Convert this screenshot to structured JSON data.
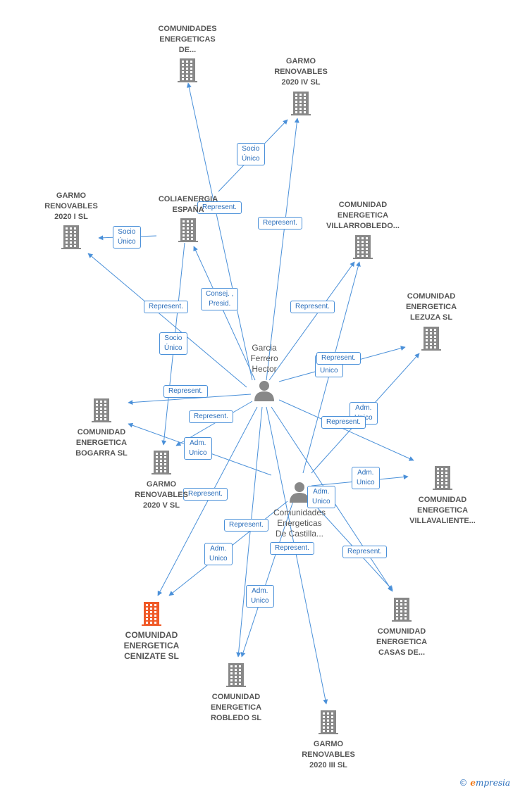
{
  "colors": {
    "company": "#888888",
    "focus": "#f05a28",
    "person": "#888888",
    "edge": "#4a90d9"
  },
  "nodes": [
    {
      "id": "ce_de",
      "type": "company",
      "lines": [
        "COMUNIDADES",
        "ENERGETICAS",
        "DE..."
      ]
    },
    {
      "id": "g4",
      "type": "company",
      "lines": [
        "GARMO",
        "RENOVABLES",
        "2020 IV  SL"
      ]
    },
    {
      "id": "g1",
      "type": "company",
      "lines": [
        "GARMO",
        "RENOVABLES",
        "2020 I  SL"
      ]
    },
    {
      "id": "colia",
      "type": "company",
      "lines": [
        "COLIAENERGIA",
        "ESPAÑA"
      ]
    },
    {
      "id": "villar",
      "type": "company",
      "lines": [
        "COMUNIDAD",
        "ENERGETICA",
        "VILLARROBLEDO..."
      ]
    },
    {
      "id": "lezuza",
      "type": "company",
      "lines": [
        "COMUNIDAD",
        "ENERGETICA",
        "LEZUZA  SL"
      ]
    },
    {
      "id": "garcia",
      "type": "person",
      "lines": [
        "Garcia",
        "Ferrero",
        "Hector"
      ]
    },
    {
      "id": "bogarra",
      "type": "company",
      "lines": [
        "COMUNIDAD",
        "ENERGETICA",
        "BOGARRA  SL"
      ]
    },
    {
      "id": "g5",
      "type": "company",
      "lines": [
        "GARMO",
        "RENOVABLES",
        "2020 V  SL"
      ]
    },
    {
      "id": "villav",
      "type": "company",
      "lines": [
        "COMUNIDAD",
        "ENERGETICA",
        "VILLAVALIENTE..."
      ]
    },
    {
      "id": "castilla",
      "type": "person",
      "lines": [
        "Comunidades",
        "Energeticas",
        "De Castilla..."
      ]
    },
    {
      "id": "cenizate",
      "type": "focus",
      "lines": [
        "COMUNIDAD",
        "ENERGETICA",
        "CENIZATE  SL"
      ]
    },
    {
      "id": "casas",
      "type": "company",
      "lines": [
        "COMUNIDAD",
        "ENERGETICA",
        "CASAS DE..."
      ]
    },
    {
      "id": "robledo",
      "type": "company",
      "lines": [
        "COMUNIDAD",
        "ENERGETICA",
        "ROBLEDO  SL"
      ]
    },
    {
      "id": "g3",
      "type": "company",
      "lines": [
        "GARMO",
        "RENOVABLES",
        "2020 III  SL"
      ]
    }
  ],
  "edges": [
    {
      "from": "garcia",
      "to": "ce_de",
      "label": [
        "Represent."
      ]
    },
    {
      "from": "colia",
      "to": "g4",
      "label": [
        "Socio",
        "Único"
      ]
    },
    {
      "from": "garcia",
      "to": "g4",
      "label": [
        "Represent."
      ]
    },
    {
      "from": "colia",
      "to": "g1",
      "label": [
        "Socio",
        "Único"
      ]
    },
    {
      "from": "garcia",
      "to": "g1",
      "label": [
        "Represent."
      ]
    },
    {
      "from": "garcia",
      "to": "colia",
      "label": [
        "Consej. ,",
        "Presid."
      ]
    },
    {
      "from": "colia",
      "to": "g5",
      "label": [
        "Socio",
        "Único"
      ]
    },
    {
      "from": "garcia",
      "to": "villar",
      "label": [
        "Represent."
      ]
    },
    {
      "from": "castilla",
      "to": "villar",
      "label": [
        "Adm.",
        "Unico"
      ]
    },
    {
      "from": "garcia",
      "to": "lezuza",
      "label": [
        "Represent."
      ]
    },
    {
      "from": "castilla",
      "to": "lezuza",
      "label": [
        "Adm.",
        "Unico"
      ]
    },
    {
      "from": "garcia",
      "to": "bogarra",
      "label": [
        "Represent."
      ]
    },
    {
      "from": "castilla",
      "to": "bogarra",
      "label": [
        "Adm.",
        "Unico"
      ]
    },
    {
      "from": "garcia",
      "to": "g5",
      "label": [
        "Represent."
      ]
    },
    {
      "from": "garcia",
      "to": "villav",
      "label": [
        "Represent."
      ]
    },
    {
      "from": "castilla",
      "to": "villav",
      "label": [
        "Adm.",
        "Unico"
      ]
    },
    {
      "from": "garcia",
      "to": "cenizate",
      "label": [
        "Represent."
      ]
    },
    {
      "from": "castilla",
      "to": "cenizate",
      "label": [
        "Adm.",
        "Unico"
      ]
    },
    {
      "from": "garcia",
      "to": "casas",
      "label": [
        "Represent."
      ]
    },
    {
      "from": "castilla",
      "to": "casas",
      "label": [
        "Adm.",
        "Unico"
      ]
    },
    {
      "from": "garcia",
      "to": "robledo",
      "label": [
        "Represent."
      ]
    },
    {
      "from": "castilla",
      "to": "robledo",
      "label": [
        "Adm.",
        "Unico"
      ]
    },
    {
      "from": "garcia",
      "to": "g3",
      "label": [
        "Represent."
      ]
    }
  ],
  "footer": {
    "copyright": "©",
    "brand_initial": "e",
    "brand_rest": "mpresia"
  }
}
